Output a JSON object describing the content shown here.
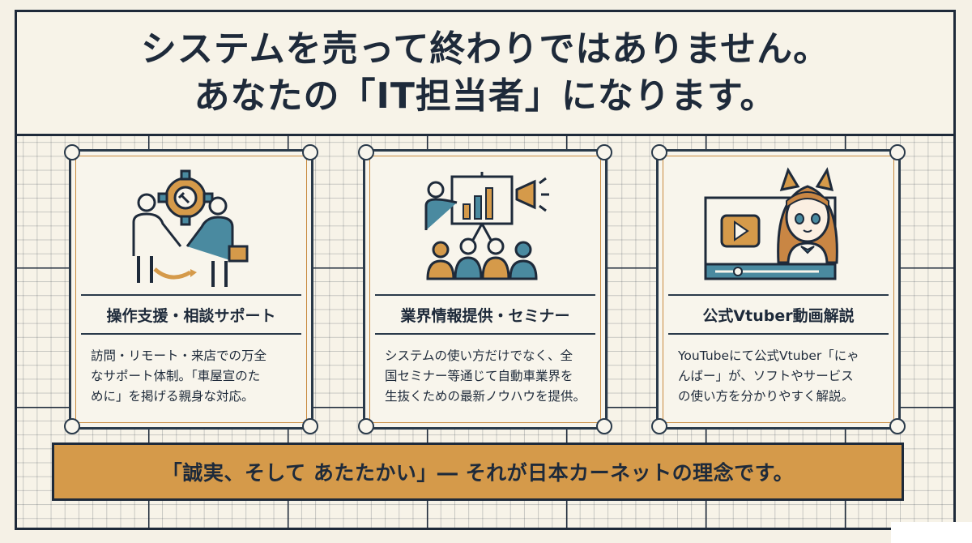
{
  "header": {
    "line1": "システムを売って終わりではありません。",
    "line2": "あなたの「IT担当者」になります。"
  },
  "cards": [
    {
      "icon": "handshake-gear-icon",
      "title": "操作支援・相談サポート",
      "desc_lines": [
        "訪問・リモート・来店での万全",
        "なサポート体制。「車屋宣のた",
        "めに」を掲げる親身な対応。"
      ]
    },
    {
      "icon": "seminar-presentation-icon",
      "title": "業界情報提供・セミナー",
      "desc_lines": [
        "システムの使い方だけでなく、全",
        "国セミナー等通じて自動車業界を",
        "生抜くための最新ノウハウを提供。"
      ]
    },
    {
      "icon": "vtuber-video-icon",
      "title": "公式Vtuber動画解説",
      "desc_lines": [
        "YouTubeにて公式Vtuber「にゃ",
        "んばー」が、ソフトやサービス",
        "の使い方を分かりやすく解説。"
      ]
    }
  ],
  "banner": "「誠実、そして あたたかい」― それが日本カーネットの理念です。",
  "colors": {
    "navy": "#1e2a3a",
    "orange": "#d59a4a",
    "teal": "#4a8aa0",
    "paper": "#f7f3e8"
  }
}
